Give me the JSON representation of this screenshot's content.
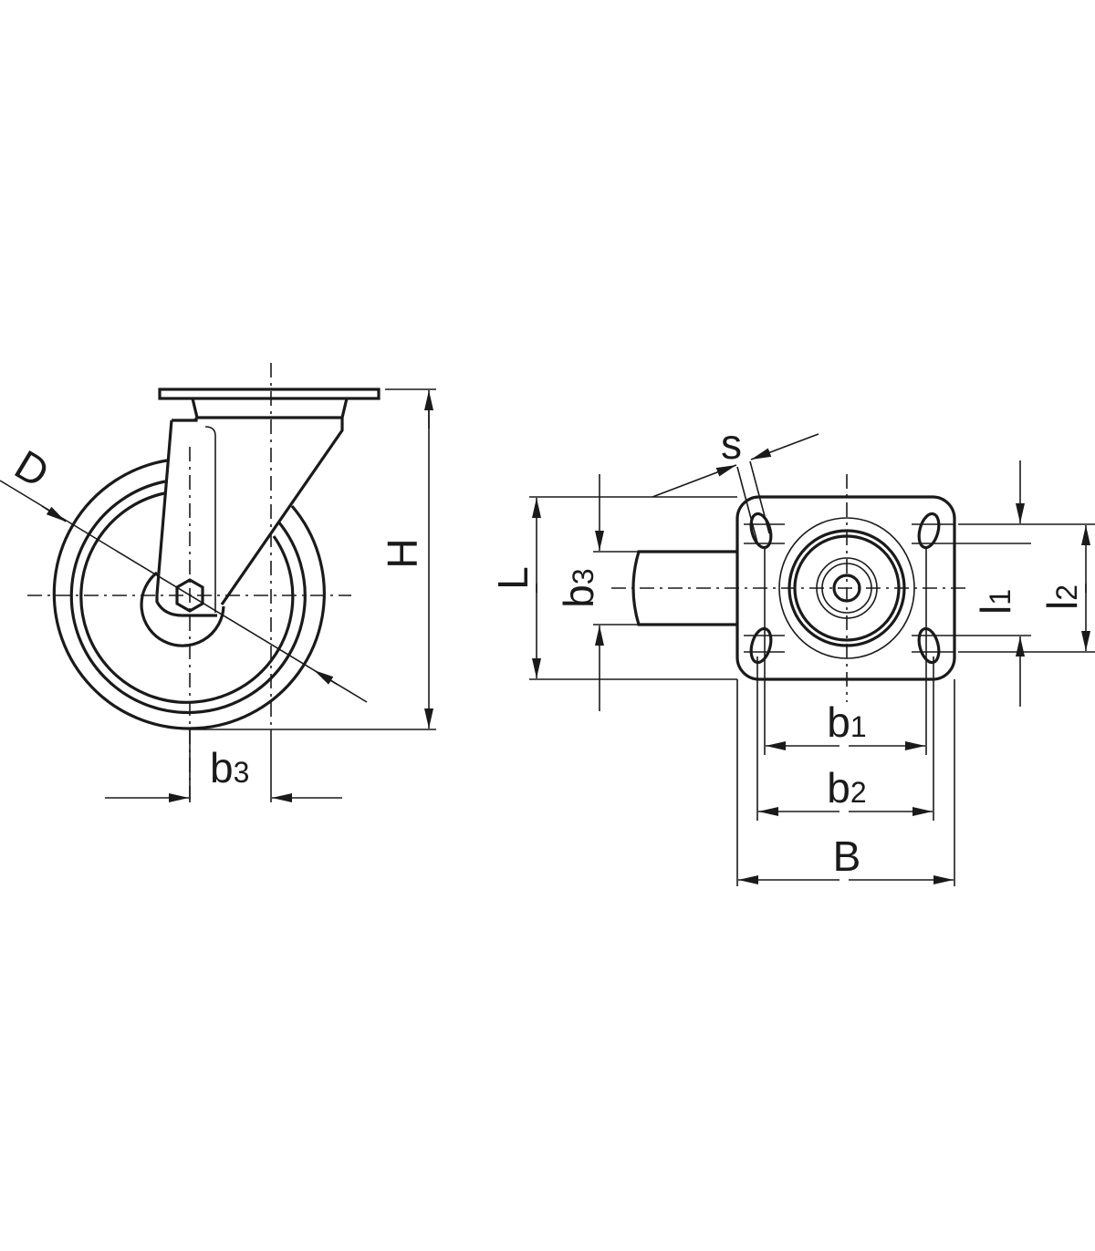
{
  "side_view": {
    "labels": {
      "D": "D",
      "H": "H",
      "b3": {
        "base": "b",
        "sub": "3"
      }
    }
  },
  "top_view": {
    "labels": {
      "L": "L",
      "s": "s",
      "b3": {
        "base": "b",
        "sub": "3"
      },
      "l1": {
        "base": "l",
        "sub": "1"
      },
      "l2": {
        "base": "l",
        "sub": "2"
      },
      "b1": {
        "base": "b",
        "sub": "1"
      },
      "b2": {
        "base": "b",
        "sub": "2"
      },
      "B": "B"
    }
  }
}
